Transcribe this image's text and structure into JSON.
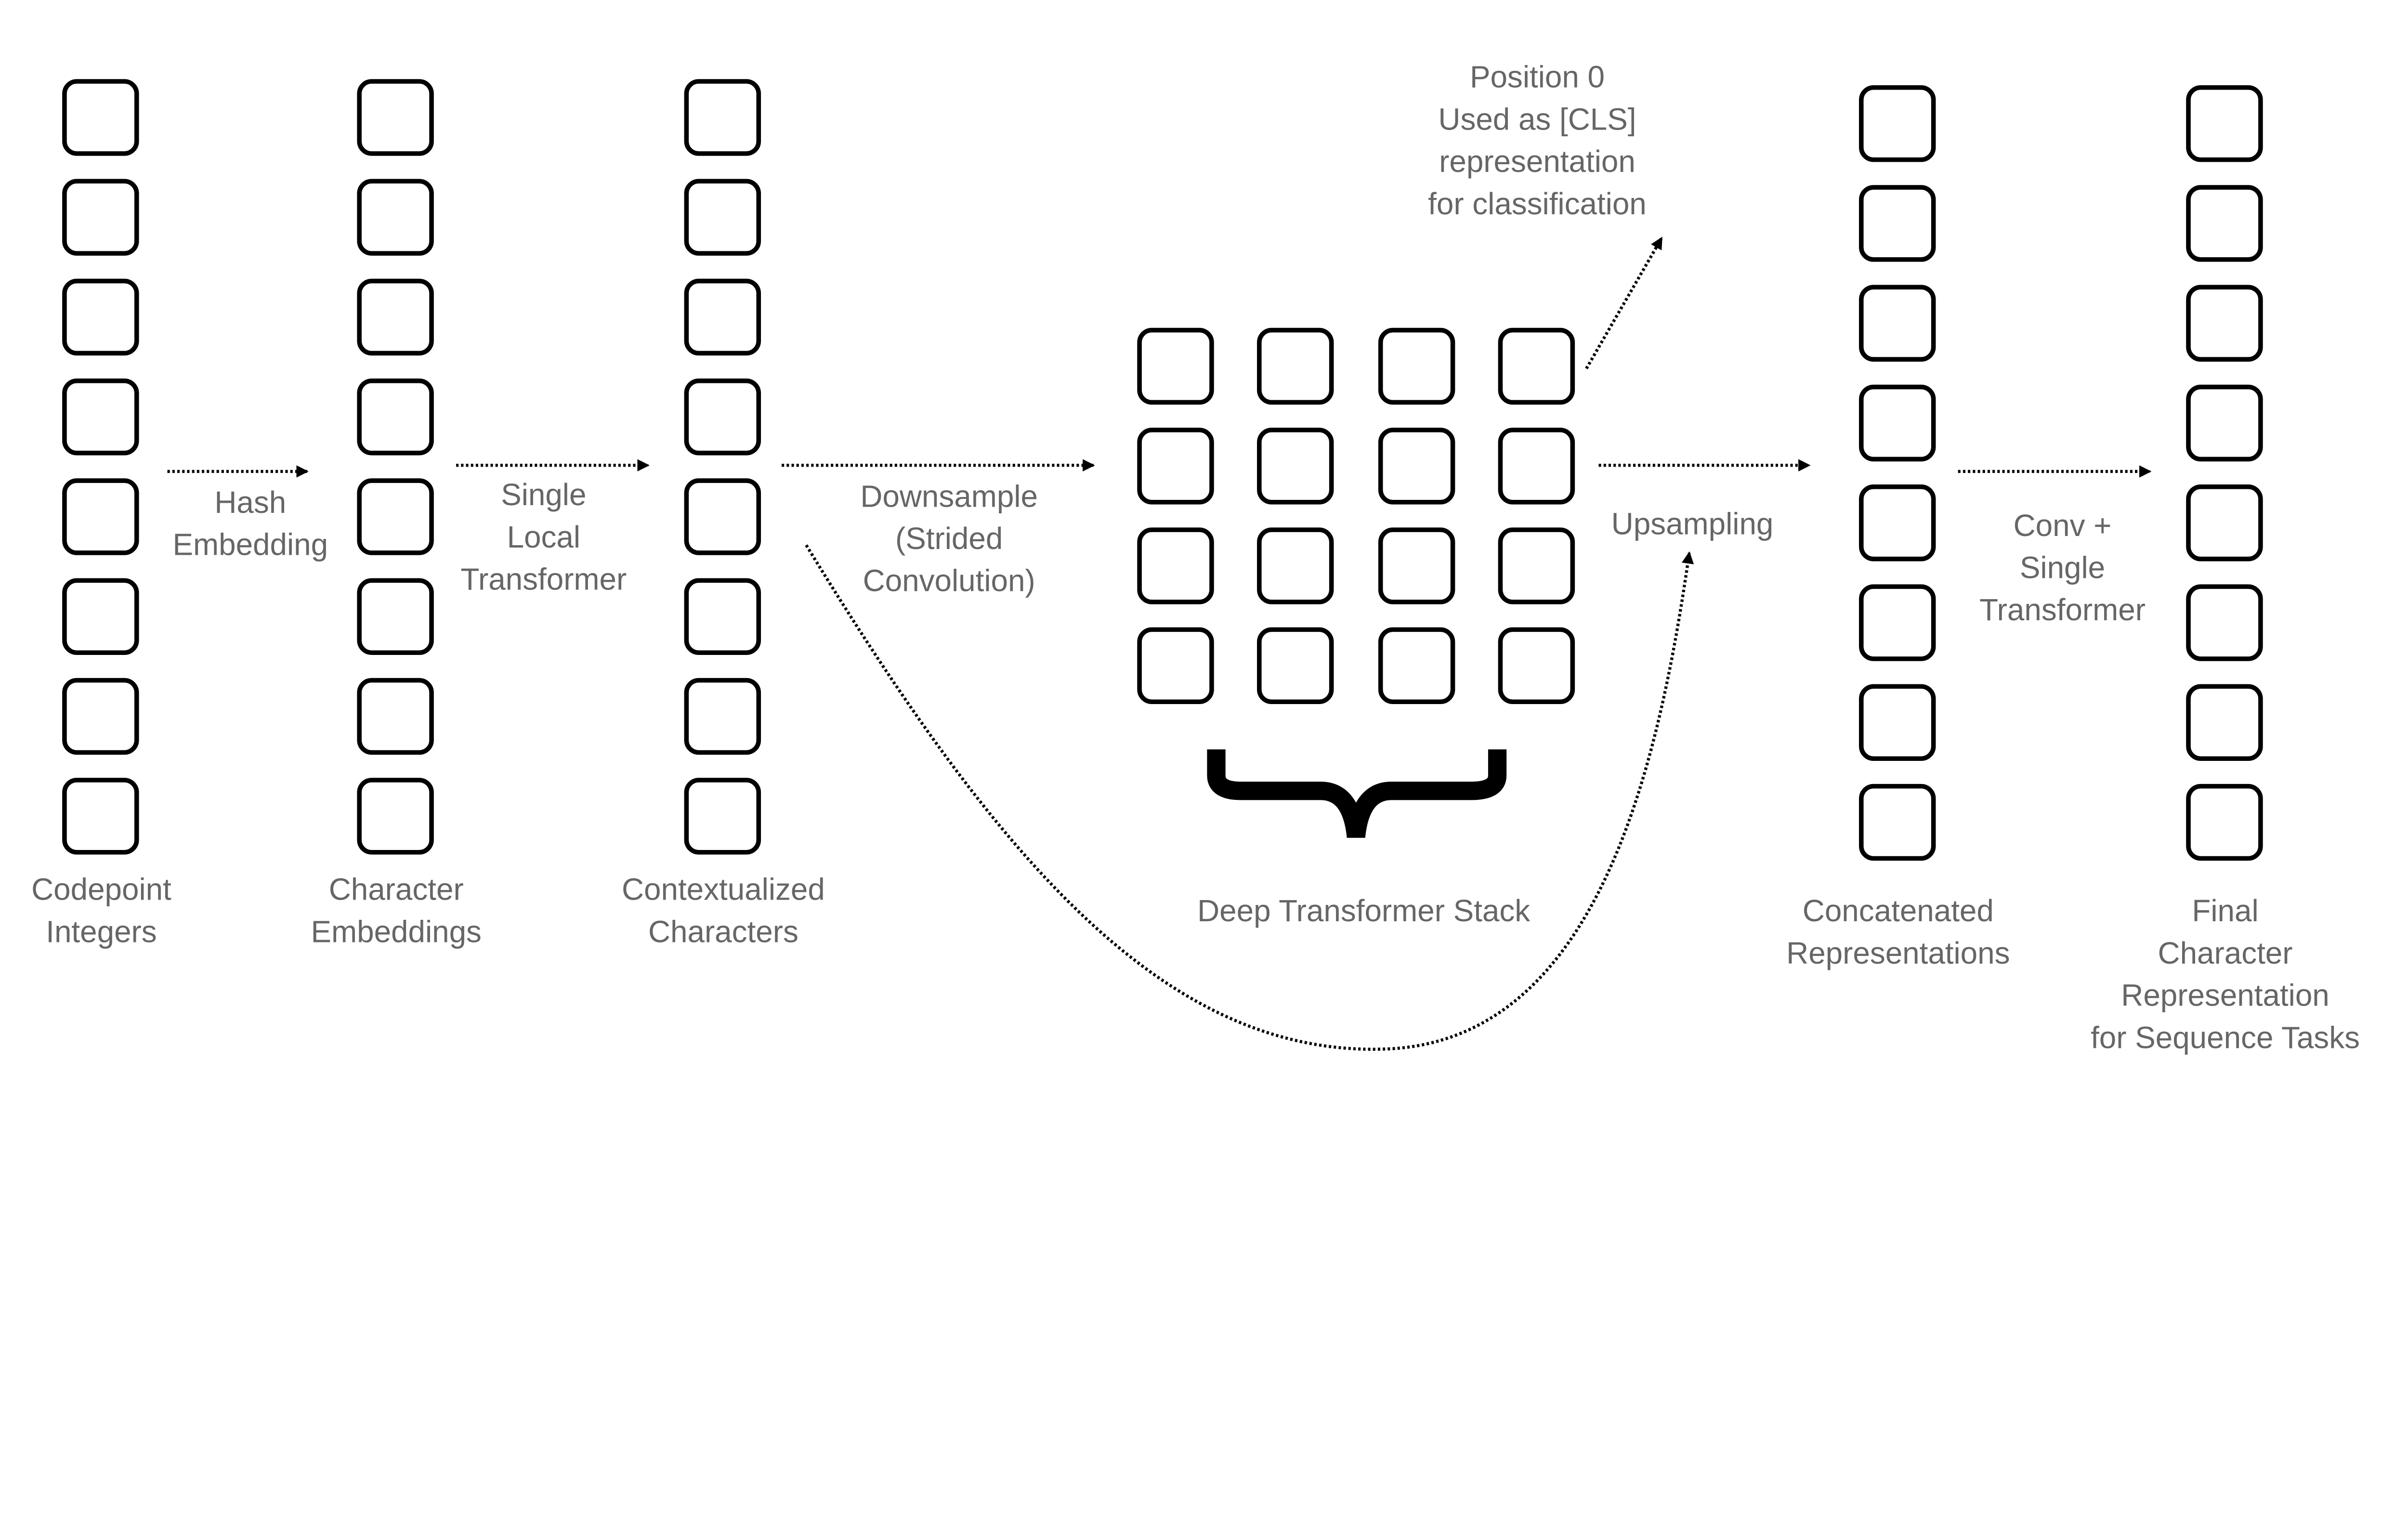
{
  "columns": {
    "codepoint": [
      "Codepoint",
      "Integers"
    ],
    "char_emb": [
      "Character",
      "Embeddings"
    ],
    "contextual": [
      "Contextualized",
      "Characters"
    ],
    "deep_stack": [
      "Deep Transformer Stack"
    ],
    "concatenated": [
      "Concatenated",
      "Representations"
    ],
    "final": [
      "Final",
      "Character",
      "Representation",
      "for Sequence Tasks"
    ]
  },
  "operations": {
    "hash": [
      "Hash",
      "Embedding"
    ],
    "local": [
      "Single",
      "Local",
      "Transformer"
    ],
    "downsample": [
      "Downsample",
      "(Strided",
      "Convolution)"
    ],
    "upsample": [
      "Upsampling"
    ],
    "conv": [
      "Conv +",
      "Single",
      "Transformer"
    ],
    "cls": [
      "Position 0",
      "Used as [CLS]",
      "representation",
      "for classification"
    ]
  },
  "colors": {
    "label": "#666666",
    "stroke": "#000000",
    "background": "#ffffff"
  }
}
